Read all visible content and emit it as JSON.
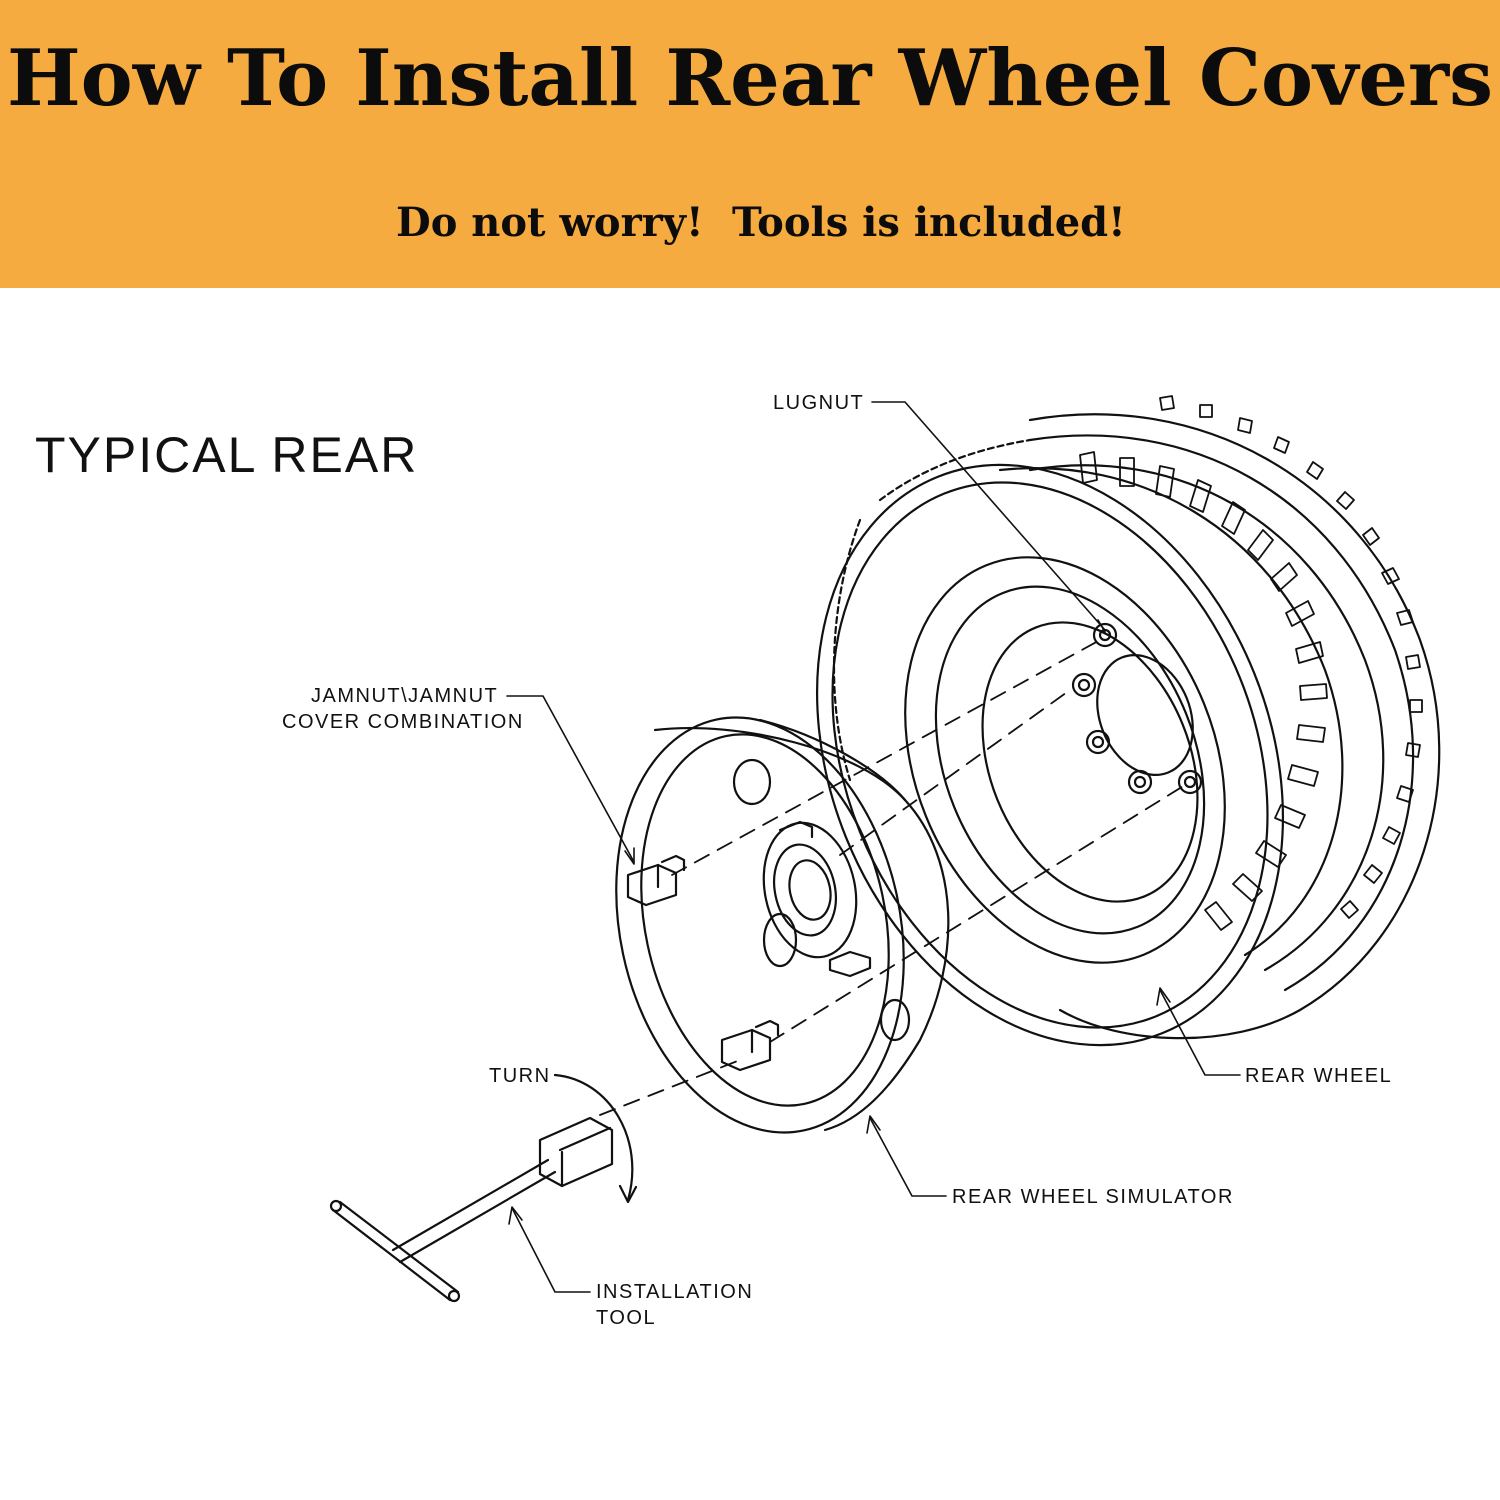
{
  "banner": {
    "title": "How To Install Rear Wheel Covers",
    "subtitle_part1": "Do not worry!",
    "subtitle_part2": "Tools is included!",
    "background_color": "#f5ab3f"
  },
  "diagram": {
    "title": "TYPICAL REAR",
    "labels": {
      "lugnut": "LUGNUT",
      "jamnut_line1": "JAMNUT\\JAMNUT",
      "jamnut_line2": "COVER COMBINATION",
      "turn": "TURN",
      "rear_wheel": "REAR WHEEL",
      "rear_wheel_simulator": "REAR WHEEL SIMULATOR",
      "installation_tool_line1": "INSTALLATION",
      "installation_tool_line2": "TOOL"
    }
  }
}
